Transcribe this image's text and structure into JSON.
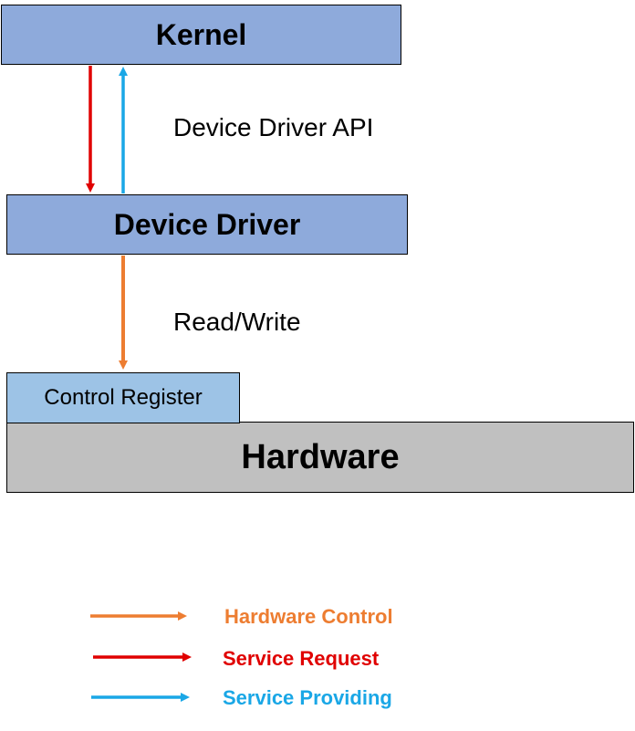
{
  "diagram": {
    "kernel": "Kernel",
    "device_driver": "Device Driver",
    "control_register": "Control Register",
    "hardware": "Hardware",
    "api_label": "Device Driver API",
    "rw_label": "Read/Write"
  },
  "legend": {
    "hardware_control": "Hardware Control",
    "service_request": "Service Request",
    "service_providing": "Service Providing"
  },
  "colors": {
    "box_fill": "#8eaadb",
    "register_fill": "#9dc3e6",
    "hardware_fill": "#c0c0c0",
    "hardware_control": "#ed7d31",
    "service_request": "#e00000",
    "service_providing": "#1aa7e6"
  }
}
